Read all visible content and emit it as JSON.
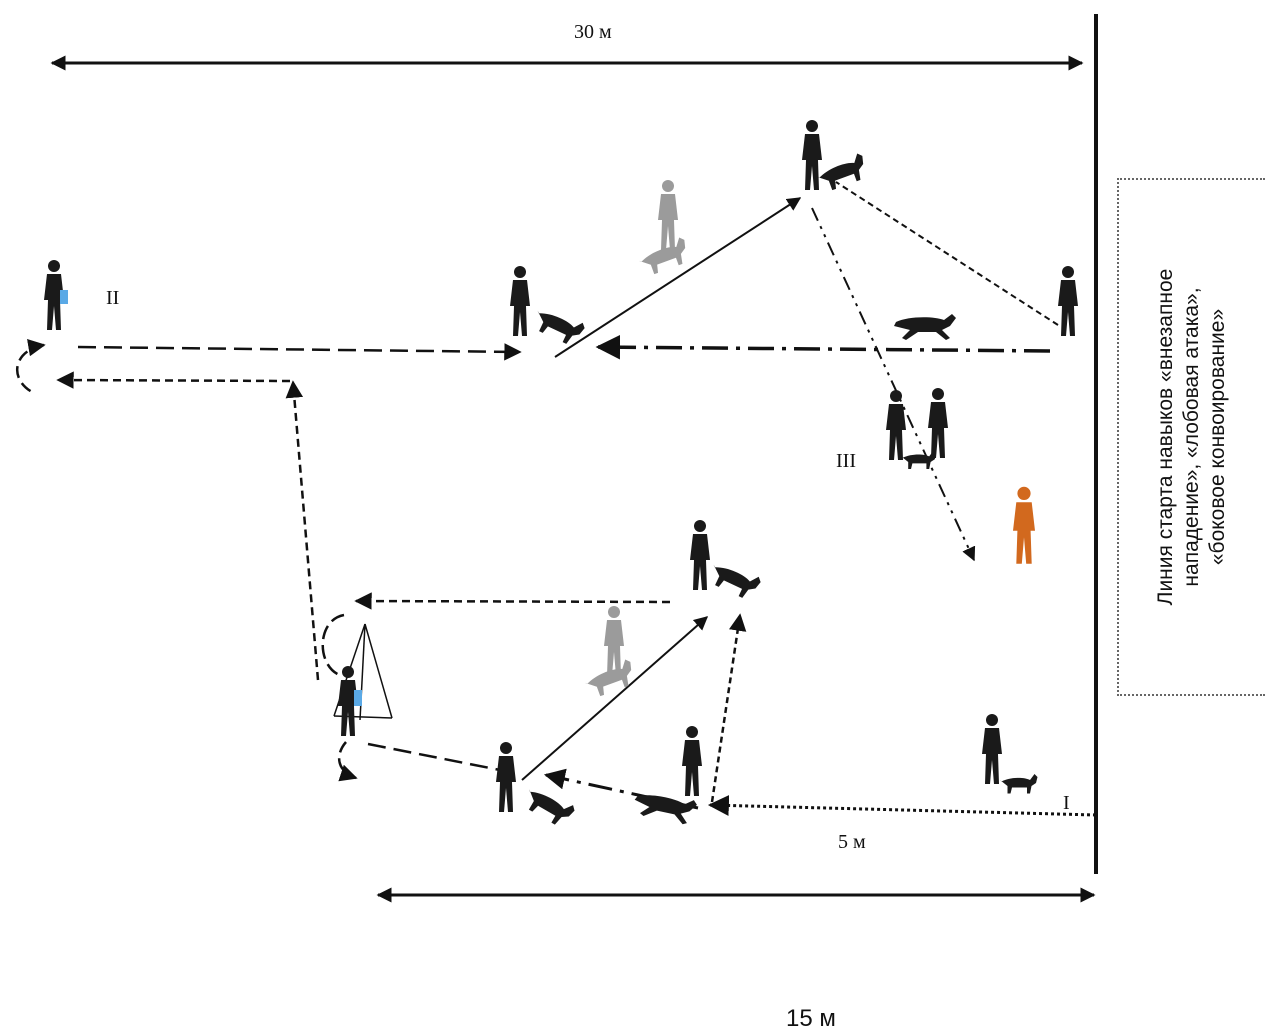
{
  "labels": {
    "top_distance": "30 м",
    "short_distance": "5 м",
    "bottom_distance": "15 м",
    "marker_1": "I",
    "marker_2": "II",
    "marker_3": "III"
  },
  "start_line_note": {
    "line1": "Линия старта навыков «внезапное",
    "line2": "нападение», «лобовая атака»,",
    "line3": "«боковое конвоирование»"
  },
  "colors": {
    "ink": "#111111",
    "figure": "#1a1a1a",
    "handler_sleeve": "#5aa9e6",
    "suspect": "#d2691e"
  }
}
